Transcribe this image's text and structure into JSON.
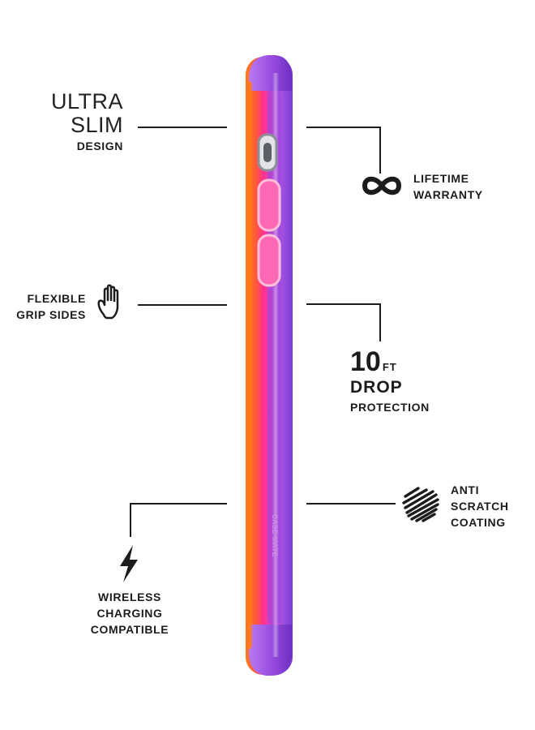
{
  "features": {
    "slim": {
      "line1": "ULTRA",
      "line2": "SLIM",
      "line3": "DESIGN"
    },
    "warranty": {
      "icon": "infinity-icon",
      "line1": "LIFETIME",
      "line2": "WARRANTY"
    },
    "grip": {
      "icon": "hand-icon",
      "line1": "FLEXIBLE",
      "line2": "GRIP SIDES"
    },
    "drop": {
      "number": "10",
      "unit": "FT",
      "line1": "DROP",
      "line2": "PROTECTION"
    },
    "scratch": {
      "icon": "scribble-icon",
      "line1": "ANTI",
      "line2": "SCRATCH",
      "line3": "COATING"
    },
    "wireless": {
      "icon": "lightning-bolt-icon",
      "line1": "WIRELESS",
      "line2": "CHARGING",
      "line3": "COMPATIBLE"
    }
  },
  "product": {
    "engraving": "CASE-MATE",
    "colors": {
      "purple": "#9b4fe0",
      "pink": "#ff2f8f",
      "orange": "#ff7a1a"
    }
  }
}
